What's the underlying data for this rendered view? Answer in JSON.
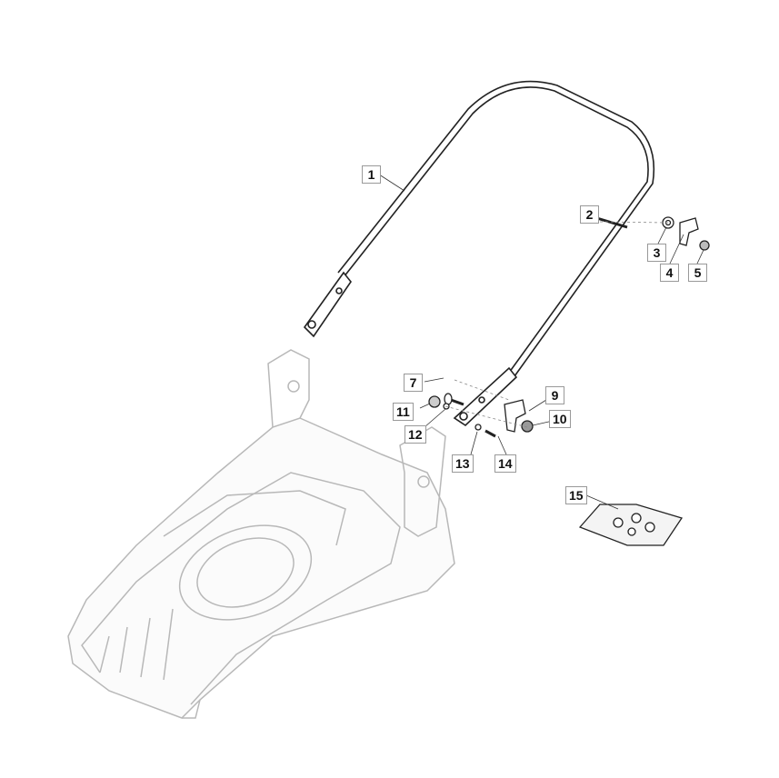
{
  "diagram": {
    "callouts": [
      "1",
      "2",
      "3",
      "4",
      "5",
      "7",
      "9",
      "10",
      "11",
      "12",
      "13",
      "14",
      "15"
    ],
    "colors": {
      "part": "#222222",
      "context": "#b8b8b8",
      "label_border": "#999999"
    }
  }
}
